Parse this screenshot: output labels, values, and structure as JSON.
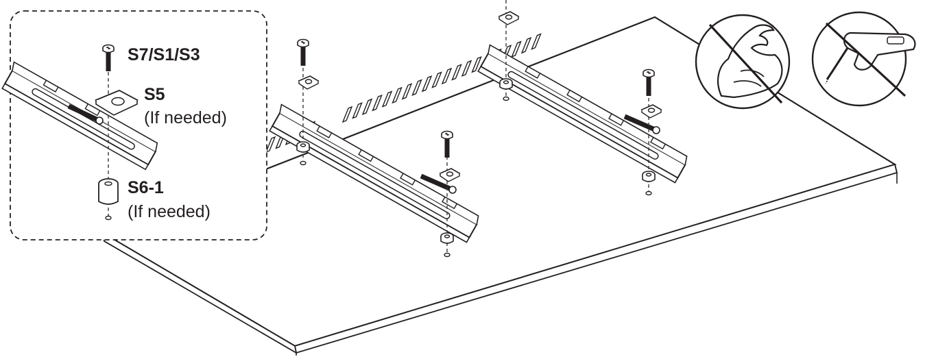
{
  "labels": {
    "screw": "S7/S1/S3",
    "washer": "S5",
    "washer_note": "(If needed)",
    "spacer": "S6-1",
    "spacer_note": "(If needed)"
  },
  "warnings": {
    "no_force_icon": "flexed-arm-icon",
    "no_power_drill_icon": "power-drill-icon"
  },
  "colors": {
    "line": "#231f20",
    "paper": "#ffffff",
    "dash": "#3a3a3a"
  }
}
